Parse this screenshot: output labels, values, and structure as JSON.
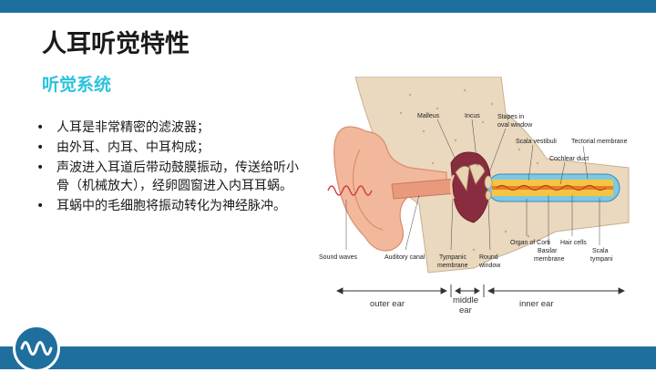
{
  "title": "人耳听觉特性",
  "subtitle": "听觉系统",
  "bullets": [
    "人耳是非常精密的滤波器；",
    "由外耳、内耳、中耳构成；",
    "声波进入耳道后带动鼓膜振动，传送给听小骨（机械放大），经卵圆窗进入内耳耳蜗。",
    "耳蜗中的毛细胞将振动转化为神经脉冲。"
  ],
  "bullet_marker": "•",
  "diagram": {
    "labels": {
      "malleus": "Malleus",
      "incus": "Incus",
      "stapes_1": "Stapes in",
      "stapes_2": "oval window",
      "scala_vestibuli": "Scala vestibuli",
      "tectorial_membrane": "Tectorial membrane",
      "cochlear_duct": "Cochlear duct",
      "sound_waves": "Sound waves",
      "auditory_canal": "Auditory canal",
      "tympanic_1": "Tympanic",
      "tympanic_2": "membrane",
      "round_1": "Round",
      "round_2": "window",
      "organ_of_corti": "Organ of Corti",
      "basilar_1": "Basilar",
      "basilar_2": "membrane",
      "hair_cells": "Hair cells",
      "scala_tympani_1": "Scala",
      "scala_tympani_2": "tympani"
    },
    "regions": {
      "outer": "outer ear",
      "middle_1": "middle",
      "middle_2": "ear",
      "inner": "inner ear"
    }
  },
  "colors": {
    "bar": "#1f6f9e",
    "subtitle": "#2cc3dc",
    "skin": "#f2b89c",
    "bone": "#e9d9c2",
    "cochlea": "#7ec8e3"
  },
  "icons": {
    "logo": "waveform-logo-icon"
  }
}
